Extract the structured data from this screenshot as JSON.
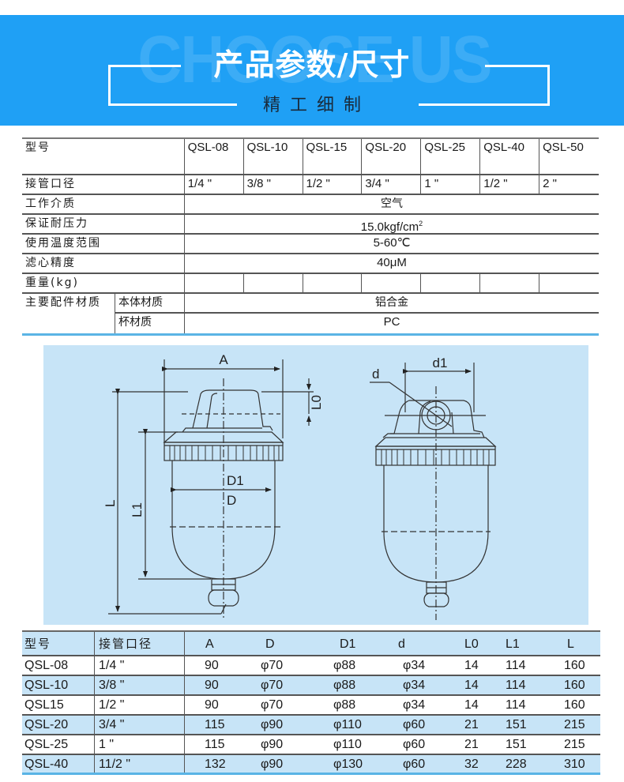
{
  "banner": {
    "watermark": "CHOOSE US",
    "title": "产品参数/尺寸",
    "subtitle": "精工细制",
    "background_color": "#1fa0f5"
  },
  "spec_table": {
    "model_label": "型号",
    "models": [
      "QSL-08",
      "QSL-10",
      "QSL-15",
      "QSL-20",
      "QSL-25",
      "QSL-40",
      "QSL-50"
    ],
    "port_label": "接管口径",
    "ports": [
      "1/4 \"",
      "3/8 \"",
      "1/2 \"",
      "3/4 \"",
      "1 \"",
      "1/2 \"",
      "2 \""
    ],
    "medium_label": "工作介质",
    "medium_value": "空气",
    "pressure_label": "保证耐压力",
    "pressure_value": "15.0kgf/cm",
    "pressure_sup": "2",
    "temp_label": "使用温度范围",
    "temp_value": "5-60℃",
    "filter_label": "滤心精度",
    "filter_value": "40μM",
    "weight_label": "重量(kg)",
    "weights": [
      "",
      "",
      "",
      "",
      "",
      "",
      ""
    ],
    "material_label": "主要配件材质",
    "body_material_label": "本体材质",
    "body_material_value": "铝合金",
    "cup_material_label": "杯材质",
    "cup_material_value": "PC"
  },
  "diagram": {
    "labels": {
      "A": "A",
      "L0": "L0",
      "L": "L",
      "L1": "L1",
      "D1": "D1",
      "D": "D",
      "d": "d",
      "d1": "d1"
    },
    "background_color": "#c7e4f7"
  },
  "dimension_table": {
    "headers": [
      "型号",
      "接管口径",
      "A",
      "D",
      "D1",
      "d",
      "L0",
      "L1",
      "L"
    ],
    "rows": [
      [
        "QSL-08",
        "1/4 \"",
        "90",
        "φ70",
        "φ88",
        "φ34",
        "14",
        "114",
        "160"
      ],
      [
        "QSL-10",
        "3/8 \"",
        "90",
        "φ70",
        "φ88",
        "φ34",
        "14",
        "114",
        "160"
      ],
      [
        "QSL15",
        "1/2 \"",
        "90",
        "φ70",
        "φ88",
        "φ34",
        "14",
        "114",
        "160"
      ],
      [
        "QSL-20",
        "3/4 \"",
        "115",
        "φ90",
        "φ110",
        "φ60",
        "21",
        "151",
        "215"
      ],
      [
        "QSL-25",
        "1 \"",
        "115",
        "φ90",
        "φ110",
        "φ60",
        "21",
        "151",
        "215"
      ],
      [
        "QSL-40",
        "11/2 \"",
        "132",
        "φ90",
        "φ130",
        "φ60",
        "32",
        "228",
        "310"
      ]
    ]
  }
}
